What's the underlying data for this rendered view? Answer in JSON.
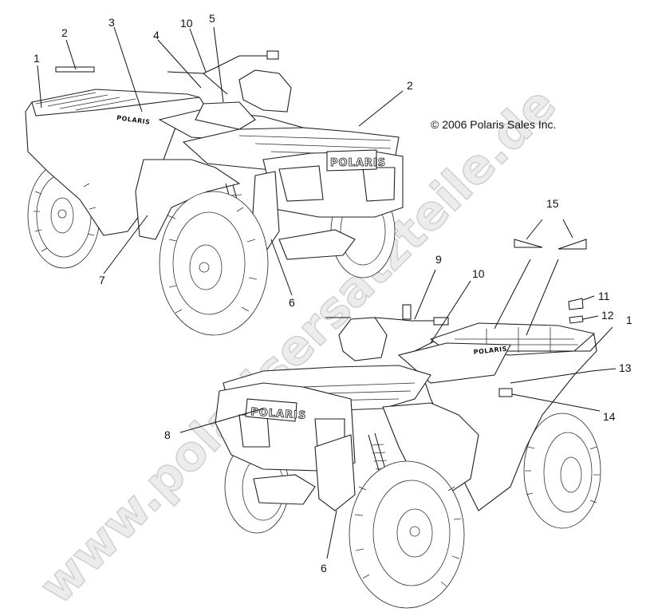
{
  "watermark": "www.polarisersatzteile.de",
  "copyright": "© 2006 Polaris Sales Inc.",
  "brand_text": "POLARIS",
  "callouts": {
    "top": [
      "1",
      "2",
      "3",
      "4",
      "10",
      "5",
      "2",
      "7",
      "6"
    ],
    "bottom": [
      "15",
      "9",
      "10",
      "11",
      "12",
      "1",
      "13",
      "14",
      "8",
      "6"
    ]
  },
  "colors": {
    "line": "#111111",
    "watermark": "#d0d0d0",
    "background": "#ffffff"
  }
}
